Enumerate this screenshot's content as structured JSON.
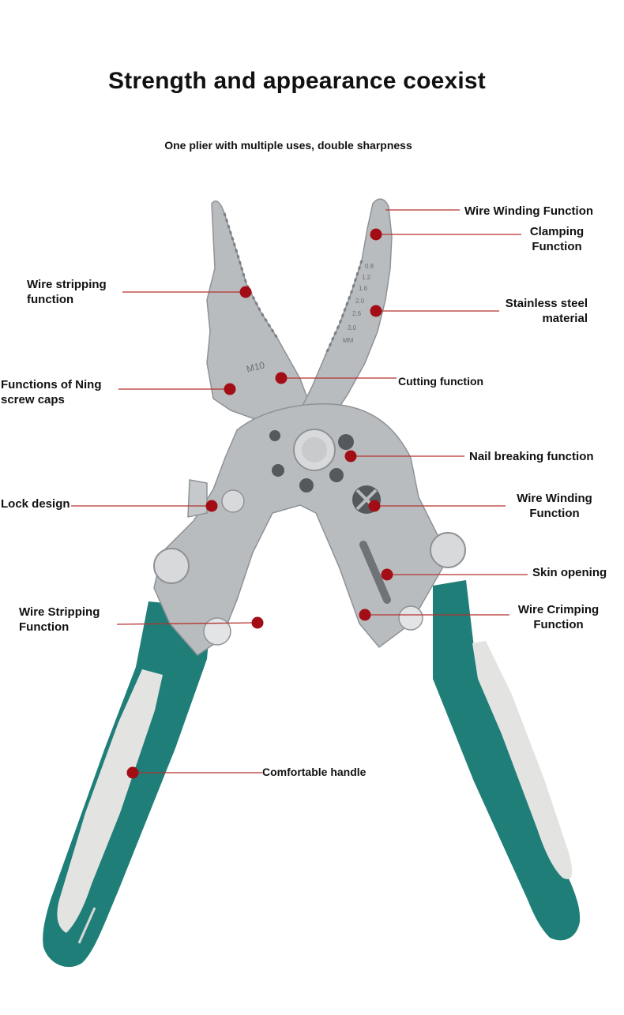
{
  "title": "Strength and appearance coexist",
  "subtitle": "One plier with multiple uses, double sharpness",
  "colors": {
    "steel": "#b9bcbf",
    "steel_dark": "#8e9296",
    "handle_green": "#1f7f78",
    "handle_grey": "#e3e3e1",
    "marker_red": "#a30e16",
    "leader_line": "#b4322e"
  },
  "labels": {
    "wire_winding_top": "Wire Winding Function",
    "clamping_1": "Clamping",
    "clamping_2": "Function",
    "wire_stripping_1": "Wire stripping",
    "wire_stripping_2": "function",
    "stainless_1": "Stainless steel",
    "stainless_2": "material",
    "ning_1": "Functions of Ning",
    "ning_2": "screw caps",
    "cutting": "Cutting function",
    "nail_breaking": "Nail breaking function",
    "lock": "Lock design",
    "wire_winding_mid_1": "Wire Winding",
    "wire_winding_mid_2": "Function",
    "skin_opening": "Skin opening",
    "wire_stripping_b_1": "Wire Stripping",
    "wire_stripping_b_2": "Function",
    "wire_crimping_1": "Wire Crimping",
    "wire_crimping_2": "Function",
    "comfortable_handle": "Comfortable handle"
  },
  "jaw_markings": {
    "gauge": [
      "0.8",
      "1.2",
      "1.6",
      "2.0",
      "2.6",
      "3.0",
      "MM"
    ],
    "thread": "M10"
  }
}
